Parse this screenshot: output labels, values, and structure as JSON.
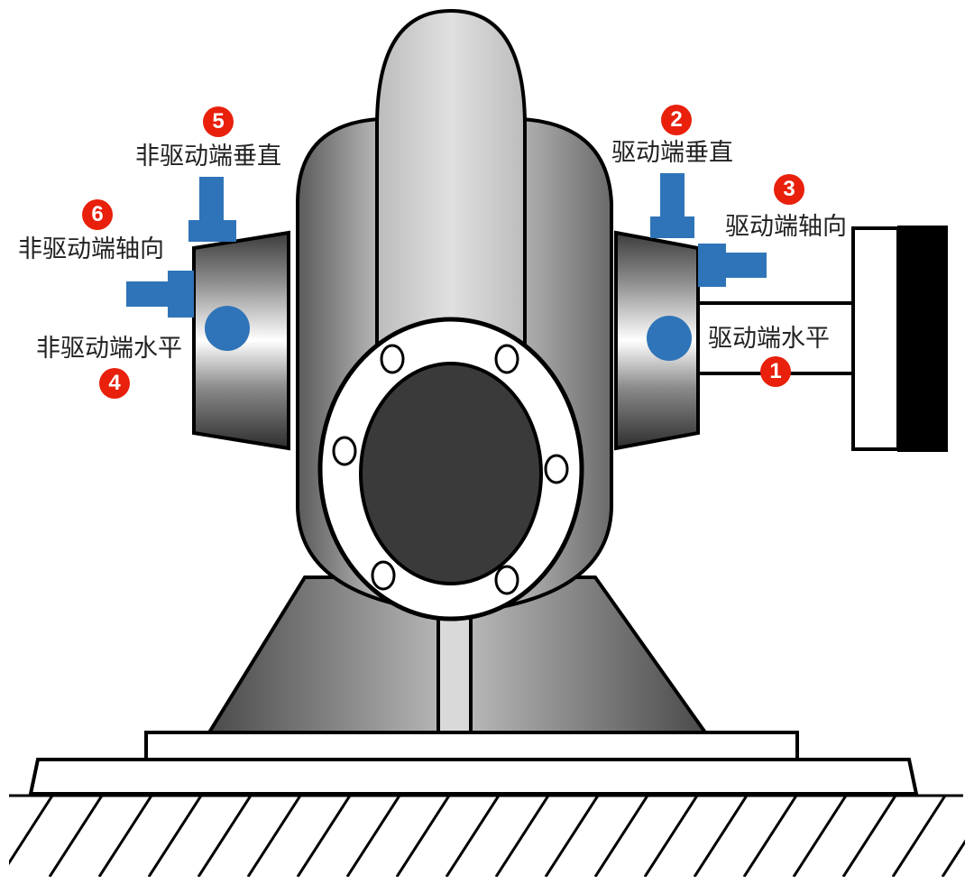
{
  "colors": {
    "sensor": "#2f74b8",
    "badge": "#e8200c",
    "outline": "#000000"
  },
  "points": [
    {
      "number": "1",
      "label": "驱动端水平"
    },
    {
      "number": "2",
      "label": "驱动端垂直"
    },
    {
      "number": "3",
      "label": "驱动端轴向"
    },
    {
      "number": "4",
      "label": "非驱动端水平"
    },
    {
      "number": "5",
      "label": "非驱动端垂直"
    },
    {
      "number": "6",
      "label": "非驱动端轴向"
    }
  ]
}
